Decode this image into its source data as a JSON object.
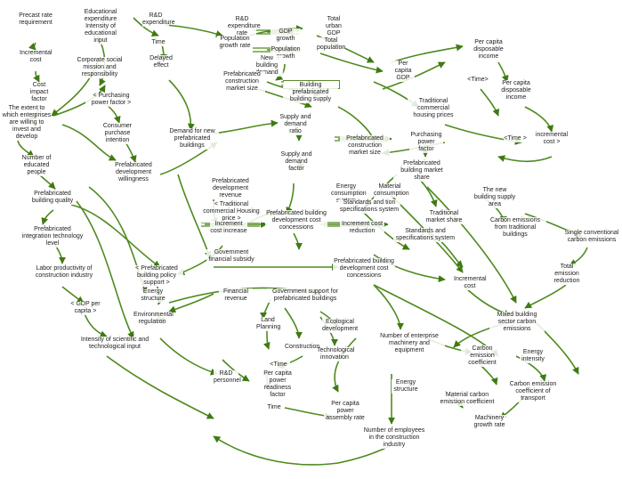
{
  "nodes": {
    "precast_rate": "Precast rate requirement",
    "incremental_cost_1": "Incremental cost",
    "cost_impact_factor": "Cost impact factor",
    "extent_enterprises": "The extent to which enterprises are willing to invest and develop",
    "educated_people": "Number of educated people",
    "building_quality": "Prefabricated building quality",
    "integration_level": "Prefabricated integration technology level",
    "labor_productivity": "Labor productivity of construction industry",
    "gdp_per_capita_shadow": "< GDP per capita >",
    "sci_tech_input": "Intensity of scientific and technological input",
    "education_expenditure": "Educational expenditure Intensity of educational input",
    "csr": "Corporate social mission and responsibility",
    "purchasing_power_shadow": "< Purchasing power factor >",
    "consumer_intention": "Consumer purchase intention",
    "dev_willingness": "Prefabricated development willingness",
    "rd_expenditure": "R&D expenditure",
    "time_1": "Time",
    "delayed_effect": "Delayed effect",
    "demand_buildings": "Demand for new prefabricated buildings",
    "rd_expenditure_rate": "R&D expenditure rate",
    "pop_growth_rate": "Population growth rate",
    "gdp_growth": "GDP growth",
    "population_growth": "Population growth",
    "new_building_demand": "New building demand",
    "total_urban_gdp": "Total urban GDP",
    "total_population": "Total population",
    "per_capita_gdp": "Per capita GDP",
    "market_size": "Prefabricated construction market size",
    "building_supply": "Building prefabricated building supply",
    "per_capita_disposable_income_1": "Per capita disposable income",
    "time_shadow_1": "<Time>",
    "per_capita_disposable_income_2": "Per capita disposable income",
    "traditional_housing_prices": "Traditional commercial housing prices",
    "incremental_cost_shadow": "incremental cost >",
    "time_shadow_2": "<Time >",
    "supply_demand_ratio": "Supply and demand ratio",
    "supply_demand_factor": "Supply and demand factor",
    "purchasing_power_factor": "Purchasing power factor",
    "prefab_market_size_2": "Prefabricated construction market size",
    "prefab_market_share": "Prefabricated building market share",
    "dev_revenue": "Prefabricated development revenue",
    "trad_housing_price_shadow": "< Traditional commercial Housing price >",
    "increment_cost_increase": "Increment cost increase",
    "dev_cost_concessions_1": "Prefabricated building development cost concessions",
    "increment_cost_reduction": "Increment cost reduction",
    "energy_consumption_system": "Energy consumption system",
    "material_consumption": "Material consumption",
    "standards_specs": "Standards and tion specifications system",
    "traditional_market_share": "Traditional market share",
    "standards_specs_2": "Standards and specifications system",
    "new_building_supply_area": "The new building supply area",
    "carbon_traditional": "Carbon emissions from traditional buildings",
    "single_conventional_carbon": "Single conventional carbon emissions",
    "total_emission_reduction": "Total emission reduction",
    "government_subsidy": "Government financial subsidy",
    "policy_support_shadow": "< Prefabricated building policy support >",
    "dev_cost_concessions_2": "Prefabricated building development cost concessions",
    "incremental_cost_2": "Incremental cost",
    "mixed_building_carbon": "Mixed building sector carbon emissions",
    "energy_structure_1": "Energy structure",
    "financial_revenue": "Financial revenue",
    "gov_support": "Government support for prefabricated buildings",
    "land_planning": "Land Planning",
    "construction": "Construction",
    "ecological_development": "Ecological development",
    "tech_innovation": "Technological innovation",
    "enterprise_machinery": "Number of enterprise machinery and equipment",
    "carbon_emission_coefficient": "Carbon emission coefficient",
    "energy_intensity": "Energy intensity",
    "environmental_regulation": "Environmental regulation",
    "time_shadow_3": "<Time",
    "rd_personnel": "R&D personnel",
    "per_capita_power_readiness": "Per capita power readiness factor",
    "time_2": "Time",
    "per_capita_power_assembly": "Per capita power assembly rate",
    "energy_structure_2": "Energy structure",
    "material_carbon_coefficient": "Material carbon emission coefficient",
    "carbon_transport": "Carbon emission coefficient of transport",
    "machinery_growth_rate": "Machinery growth rate",
    "employees_construction": "Number of employees in the construction industry"
  },
  "colors": {
    "link": "#4f8a1f",
    "arrowhead": "#3f7a12",
    "stock_border": "#5a8a28",
    "text": "#222222"
  }
}
